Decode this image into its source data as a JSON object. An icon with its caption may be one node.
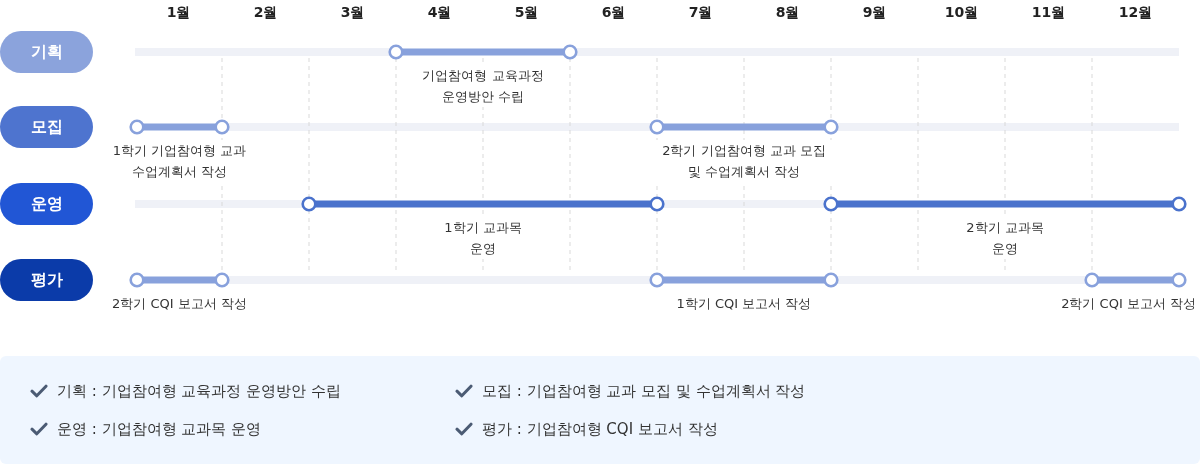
{
  "diagram": {
    "nodes": [
      {
        "text": [
          "기획"
        ]
      },
      {
        "text": [],
        "shape": "bar",
        "beside": [
          "기업참여형 교육과정 운영방안 수립"
        ]
      },
      {
        "text": [
          "모집"
        ]
      },
      {
        "text": [],
        "shape": "bar",
        "beside": [
          "1학기 기업참여형 교과 수업계획서 작성"
        ]
      },
      {
        "text": [],
        "shape": "bar",
        "beside": [
          "2학기 기업참여형 교과 모집 및 수업계획서 작성"
        ]
      },
      {
        "text": [
          "운영"
        ]
      },
      {
        "text": [],
        "shape": "bar",
        "beside": [
          "1학기 교과목 운영"
        ]
      },
      {
        "text": [],
        "shape": "bar",
        "beside": [
          "2학기 교과목 운영"
        ]
      },
      {
        "text": [
          "평가"
        ]
      },
      {
        "text": [],
        "shape": "bar",
        "beside": [
          "2학기 CQI 보고서 작성"
        ]
      },
      {
        "text": [],
        "shape": "bar",
        "beside": [
          "1학기 CQI 보고서 작성"
        ]
      },
      {
        "text": [],
        "shape": "bar",
        "beside": [
          "2학기 CQI 보고서 작성"
        ]
      }
    ],
    "labels": [
      "1월",
      "2월",
      "3월",
      "4월",
      "5월",
      "6월",
      "7월",
      "8월",
      "9월",
      "10월",
      "11월",
      "12월"
    ],
    "legend": [
      {
        "text": "기획 : 기업참여형 교육과정 운영방안 수립"
      },
      {
        "text": "모집 : 기업참여형 교과 모집 및 수업계획서 작성"
      },
      {
        "text": "운영 : 기업참여형 교과목 운영"
      },
      {
        "text": "평가 : 기업참여형 CQI 보고서 작성"
      }
    ]
  }
}
